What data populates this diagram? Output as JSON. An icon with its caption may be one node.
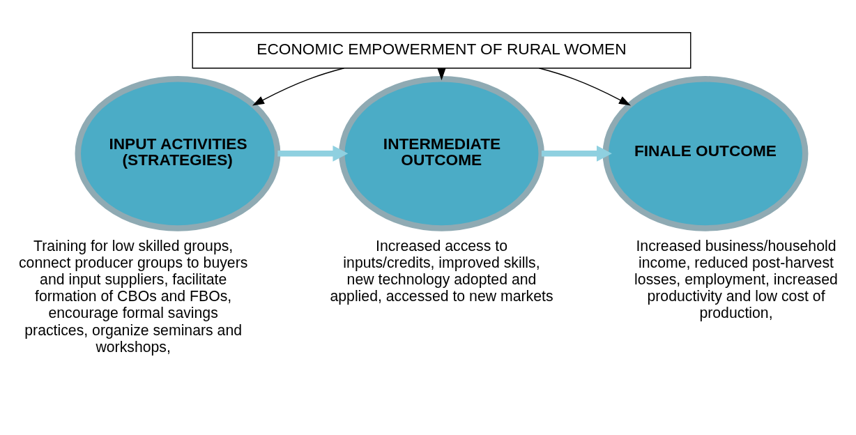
{
  "diagram": {
    "nodes": [
      {
        "text": [
          "ECONOMIC EMPOWERMENT OF RURAL WOMEN"
        ]
      },
      {
        "text": [
          "INPUT ACTIVITIES (STRATEGIES)"
        ],
        "beside": [
          "Training for low skilled groups, connect producer groups to buyers and input suppliers, facilitate formation of CBOs and FBOs, encourage formal savings practices, organize seminars and workshops,"
        ]
      },
      {
        "text": [
          "INTERMEDIATE OUTCOME"
        ],
        "beside": [
          "Increased access to inputs/credits, improved skills, new technology adopted and applied, accessed to new markets"
        ]
      },
      {
        "text": [
          "FINALE OUTCOME"
        ],
        "beside": [
          "Increased business/household income, reduced post-harvest losses, employment, increased productivity and low cost of production,"
        ]
      }
    ],
    "edges": [
      {
        "from": 0,
        "to": 1,
        "arrow": "to"
      },
      {
        "from": 0,
        "to": 2,
        "arrow": "to"
      },
      {
        "from": 0,
        "to": 3,
        "arrow": "to"
      },
      {
        "from": 1,
        "to": 2,
        "arrow": "to",
        "style": "thick",
        "color": "#8fd0e0"
      },
      {
        "from": 2,
        "to": 3,
        "arrow": "to",
        "style": "thick",
        "color": "#8fd0e0"
      }
    ]
  }
}
